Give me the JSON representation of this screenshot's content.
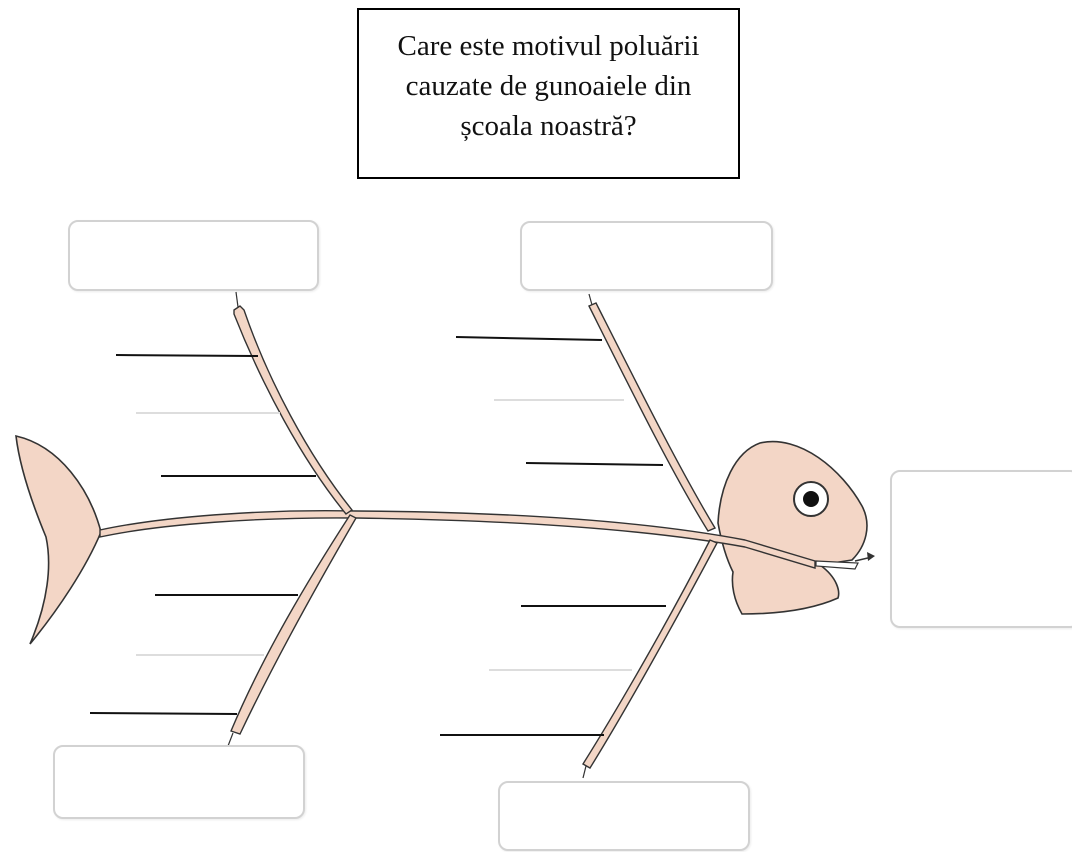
{
  "question": {
    "lines": [
      "Care este motivul poluării",
      "cauzate de gunoaiele din",
      "școala noastră?"
    ]
  },
  "colors": {
    "fish_fill": "#f3d6c6",
    "outline": "#333333",
    "box_border": "#d2d2d2",
    "line": "#111111",
    "faint_line": "#dddddd"
  }
}
